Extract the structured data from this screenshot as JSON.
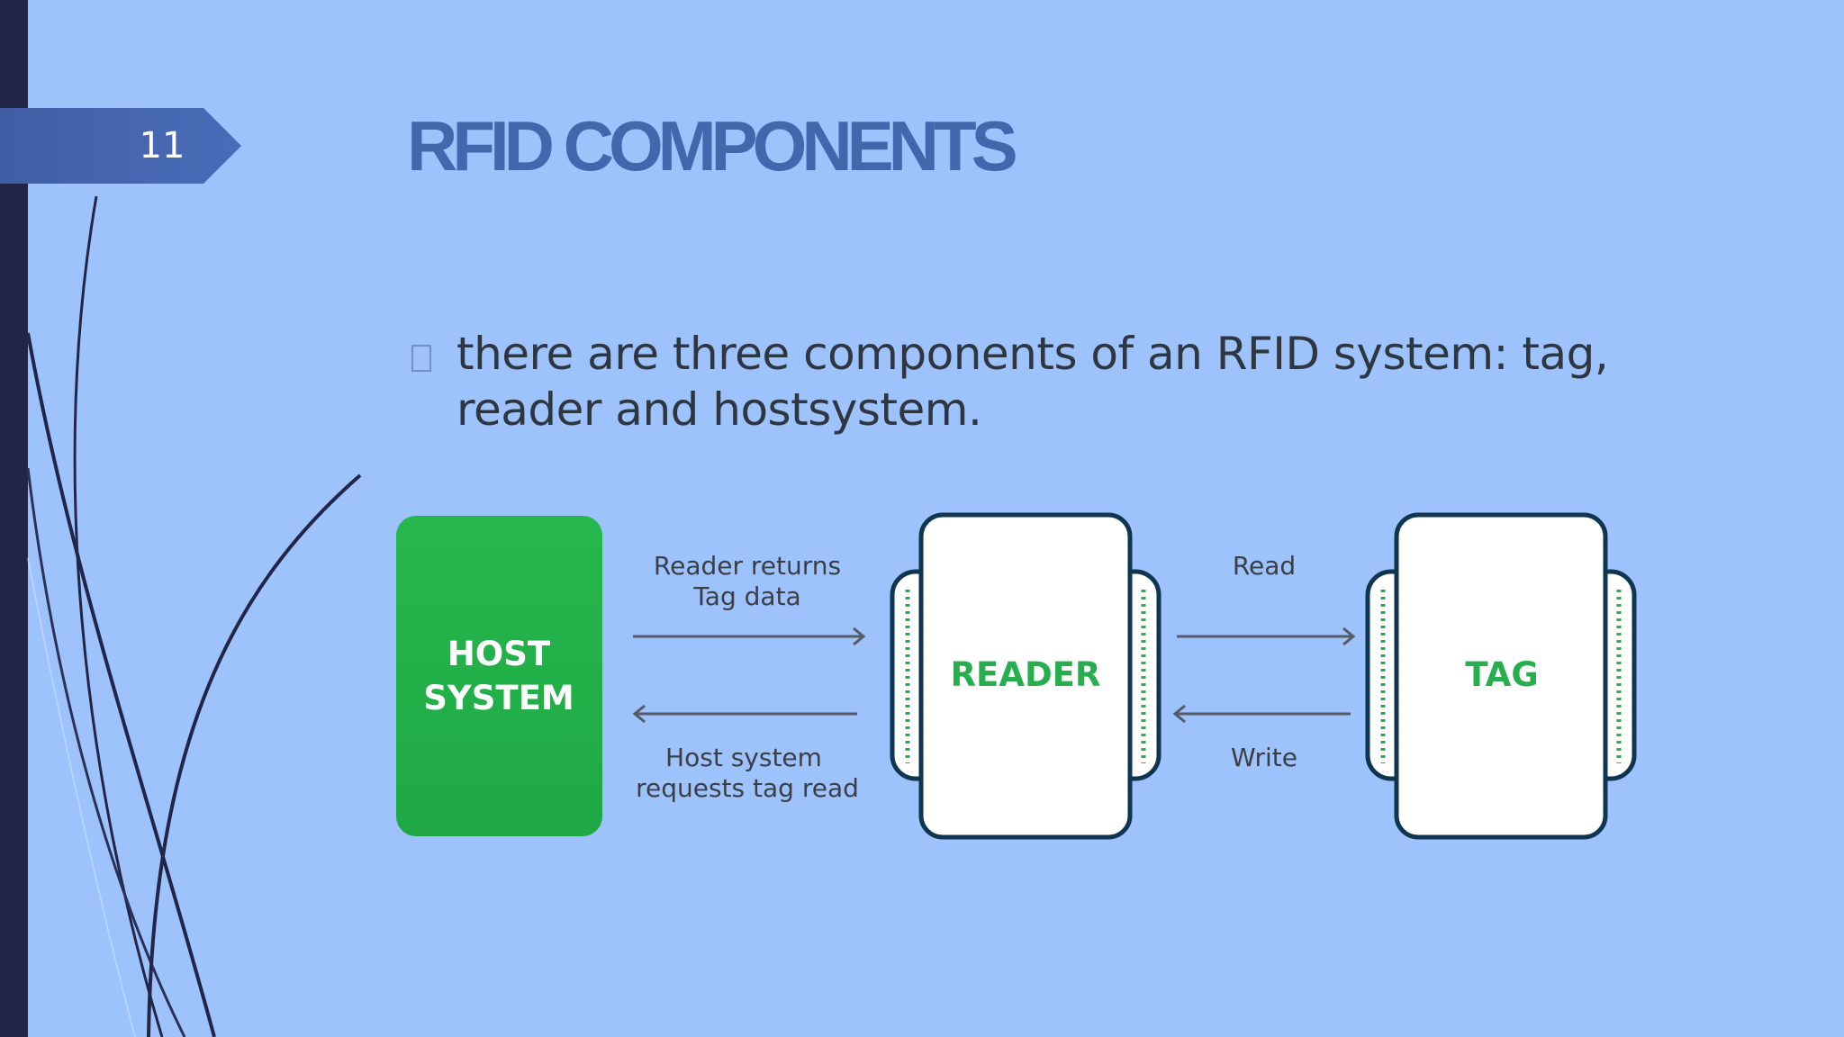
{
  "slide": {
    "number": "11",
    "title": "RFID COMPONENTS",
    "bullet": "there are three components of an RFID system: tag, reader and hostsystem."
  },
  "diagram": {
    "host": {
      "line1": "HOST",
      "line2": "SYSTEM"
    },
    "reader": {
      "label": "READER"
    },
    "tag": {
      "label": "TAG"
    },
    "host_reader_top": {
      "line1": "Reader returns",
      "line2": "Tag data"
    },
    "host_reader_bottom": {
      "line1": "Host system",
      "line2": "requests tag read"
    },
    "reader_tag_top": {
      "label": "Read"
    },
    "reader_tag_bottom": {
      "label": "Write"
    }
  },
  "colors": {
    "background": "#9ec2fc",
    "left_bar": "#212649",
    "title": "#4466ad",
    "host_green": "#22b34a",
    "label_green": "#27ae4e",
    "outline": "#0f3550"
  }
}
